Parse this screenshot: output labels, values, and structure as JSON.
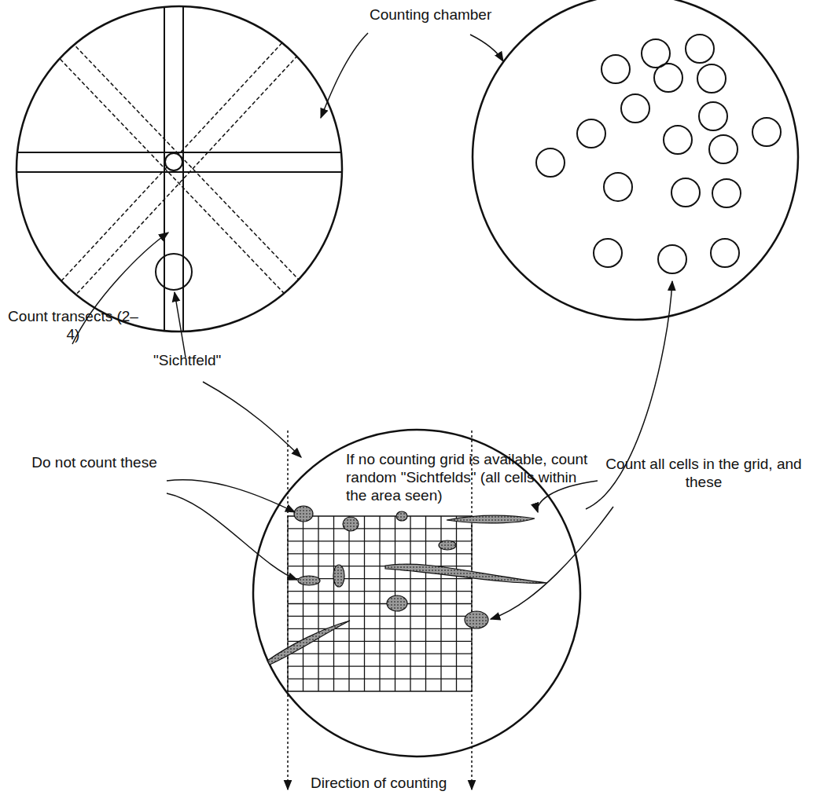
{
  "diagram": {
    "labels": [
      "Counting chamber",
      "Count transects (2–4)",
      "\"Sichtfeld\"",
      "If no counting grid is available, count random \"Sichtfelds\" (all cells within the area seen)",
      "Do not count these",
      "Count all cells in the grid, and these",
      "Direction of counting"
    ]
  }
}
